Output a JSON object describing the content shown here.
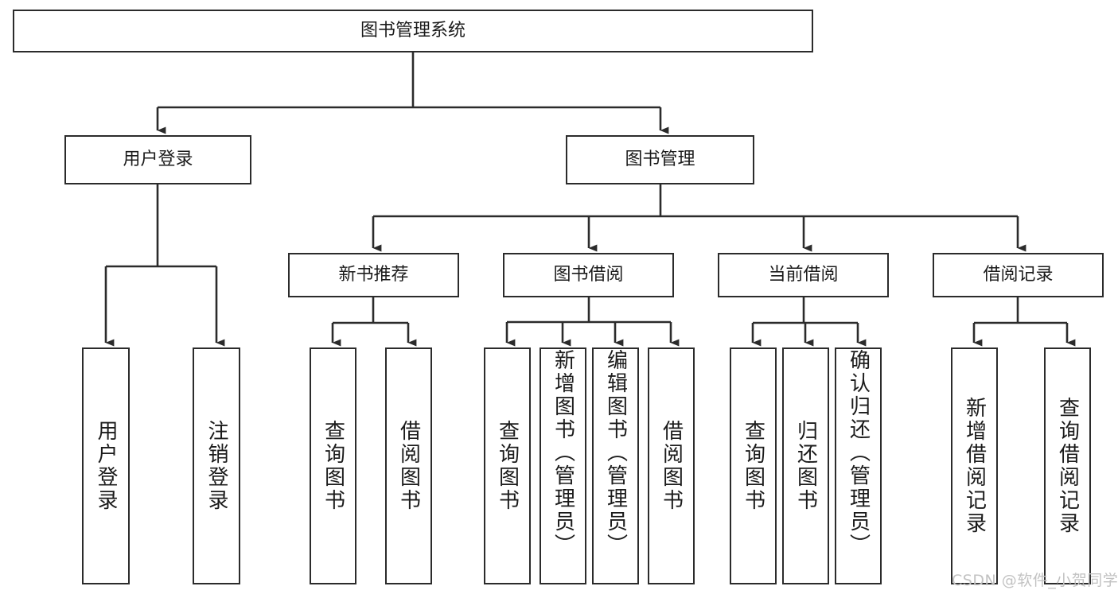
{
  "diagram": {
    "type": "hierarchy-tree",
    "title": "图书管理系统",
    "root": {
      "id": "root",
      "label": "图书管理系统"
    },
    "level2": [
      {
        "id": "user-login",
        "label": "用户登录"
      },
      {
        "id": "book-manage",
        "label": "图书管理"
      }
    ],
    "level3": [
      {
        "id": "new-book-recommend",
        "label": "新书推荐",
        "parent": "book-manage"
      },
      {
        "id": "book-borrow",
        "label": "图书借阅",
        "parent": "book-manage"
      },
      {
        "id": "current-borrow",
        "label": "当前借阅",
        "parent": "book-manage"
      },
      {
        "id": "borrow-record",
        "label": "借阅记录",
        "parent": "book-manage"
      }
    ],
    "leaves": [
      {
        "id": "leaf-user-login",
        "label": "用户登录",
        "parent": "user-login",
        "align": "center"
      },
      {
        "id": "leaf-logout",
        "label": "注销登录",
        "parent": "user-login",
        "align": "center"
      },
      {
        "id": "leaf-query-book-1",
        "label": "查询图书",
        "parent": "new-book-recommend",
        "align": "center"
      },
      {
        "id": "leaf-borrow-book-1",
        "label": "借阅图书",
        "parent": "new-book-recommend",
        "align": "center"
      },
      {
        "id": "leaf-query-book-2",
        "label": "查询图书",
        "parent": "book-borrow",
        "align": "center"
      },
      {
        "id": "leaf-add-book",
        "label": "新增图书（管理员）",
        "parent": "book-borrow",
        "align": "top"
      },
      {
        "id": "leaf-edit-book",
        "label": "编辑图书（管理员）",
        "parent": "book-borrow",
        "align": "top"
      },
      {
        "id": "leaf-borrow-book-2",
        "label": "借阅图书",
        "parent": "book-borrow",
        "align": "center"
      },
      {
        "id": "leaf-query-book-3",
        "label": "查询图书",
        "parent": "current-borrow",
        "align": "center"
      },
      {
        "id": "leaf-return-book",
        "label": "归还图书",
        "parent": "current-borrow",
        "align": "center"
      },
      {
        "id": "leaf-confirm-return",
        "label": "确认归还（管理员）",
        "parent": "current-borrow",
        "align": "top"
      },
      {
        "id": "leaf-add-record",
        "label": "新增借阅记录",
        "parent": "borrow-record",
        "align": "center"
      },
      {
        "id": "leaf-query-record",
        "label": "查询借阅记录",
        "parent": "borrow-record",
        "align": "center"
      }
    ],
    "watermark": "CSDN @软件_小贺同学",
    "colors": {
      "stroke": "#2b2b2b",
      "fill": "#ffffff",
      "text": "#1b1b1b",
      "watermark": "#c2c2c2"
    }
  }
}
